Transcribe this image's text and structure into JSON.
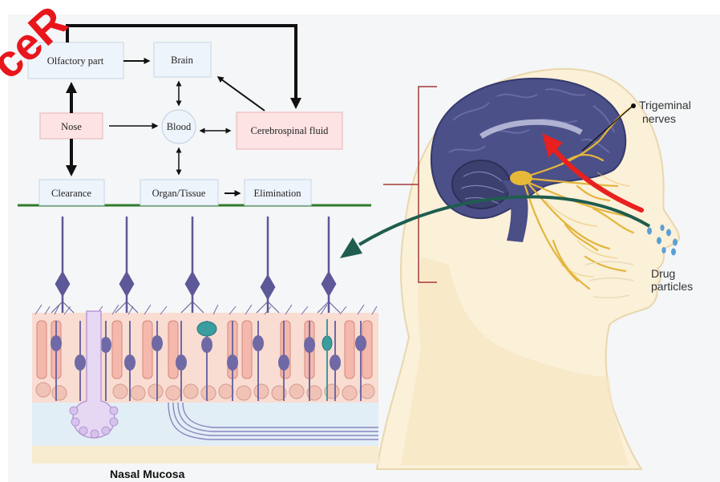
{
  "flowchart": {
    "olfactory": "Olfactory part",
    "brain": "Brain",
    "nose": "Nose",
    "blood": "Blood",
    "csf": "Cerebrospinal fluid",
    "clearance": "Clearance",
    "organ": "Organ/Tissue",
    "elimination": "Elimination"
  },
  "labels": {
    "trigeminal_line1": "Trigeminal",
    "trigeminal_line2": "nerves",
    "drug_line1": "Drug",
    "drug_line2": "particles",
    "nasal_mucosa": "Nasal Mucosa"
  },
  "watermark": "ceR",
  "colors": {
    "pink_box": "#fde3e3",
    "blue_box": "#eef4fb",
    "divider": "#2e7a2a",
    "red_arrow": "#e82020",
    "green_arrow": "#1f5d4e",
    "brain": "#4a4f86",
    "nerve": "#e3b43a",
    "skin": "#fbf0d8",
    "watermark": "#e8161b"
  }
}
